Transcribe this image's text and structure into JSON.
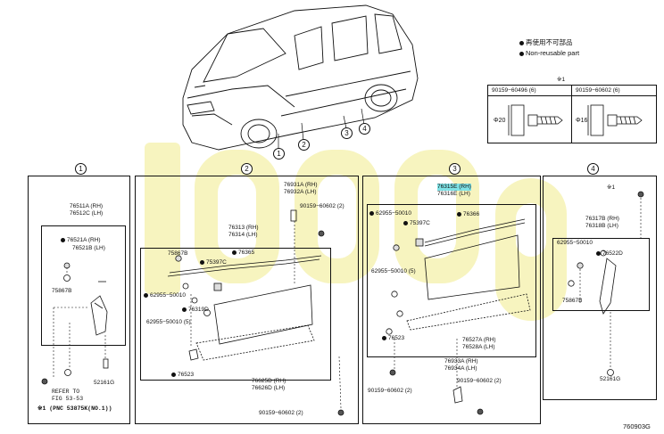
{
  "legend": {
    "non_reusable_jp": "再使用不可部品",
    "non_reusable_en": "Non-reusable part"
  },
  "table": {
    "title": "※1",
    "col1": "90159−60496 (6)",
    "col2": "90159−60602 (6)",
    "dim1": "Φ20",
    "dim2": "Φ16"
  },
  "figure_code": "760903G",
  "car_callouts": [
    "1",
    "2",
    "3",
    "4"
  ],
  "sections": {
    "s1": {
      "num": "1",
      "p1": "76511A (RH)",
      "p2": "76512C (LH)",
      "p3": "76521A (RH)",
      "p4": "76521B (LH)",
      "p5": "75867B",
      "p6": "52161G",
      "ref1": "REFER TO",
      "ref2": "FIG 53-53",
      "ref3": "(PNC 53875K(NO.1))",
      "mark": "※1"
    },
    "s2": {
      "num": "2",
      "p1": "76931A (RH)",
      "p2": "76932A (LH)",
      "p3": "90159−60602 (2)",
      "p4": "76313 (RH)",
      "p5": "76314 (LH)",
      "p6": "75867B",
      "p7": "75397C",
      "p8": "76365",
      "p9": "62955−50010",
      "p10": "76319D",
      "p11": "62955−50010 (5)",
      "p12": "76523",
      "p13": "76625D (RH)",
      "p14": "76626D (LH)",
      "p15": "90159−60602 (2)"
    },
    "s3": {
      "num": "3",
      "p1": "76315E (RH)",
      "p2": "76316E (LH)",
      "p3": "62955−50010",
      "p4": "76366",
      "p5": "75397C",
      "p6": "62955−50010 (5)",
      "p7": "76523",
      "p8": "76527A (RH)",
      "p9": "76528A (LH)",
      "p10": "76933A (RH)",
      "p11": "76934A (LH)",
      "p12": "90159−60602 (2)",
      "p13": "90159−60602 (2)"
    },
    "s4": {
      "num": "4",
      "mark": "※1",
      "p1": "76317B (RH)",
      "p2": "76318B (LH)",
      "p3": "62955−50010",
      "p4": "76522D",
      "p5": "75867B",
      "p6": "52161G"
    }
  }
}
